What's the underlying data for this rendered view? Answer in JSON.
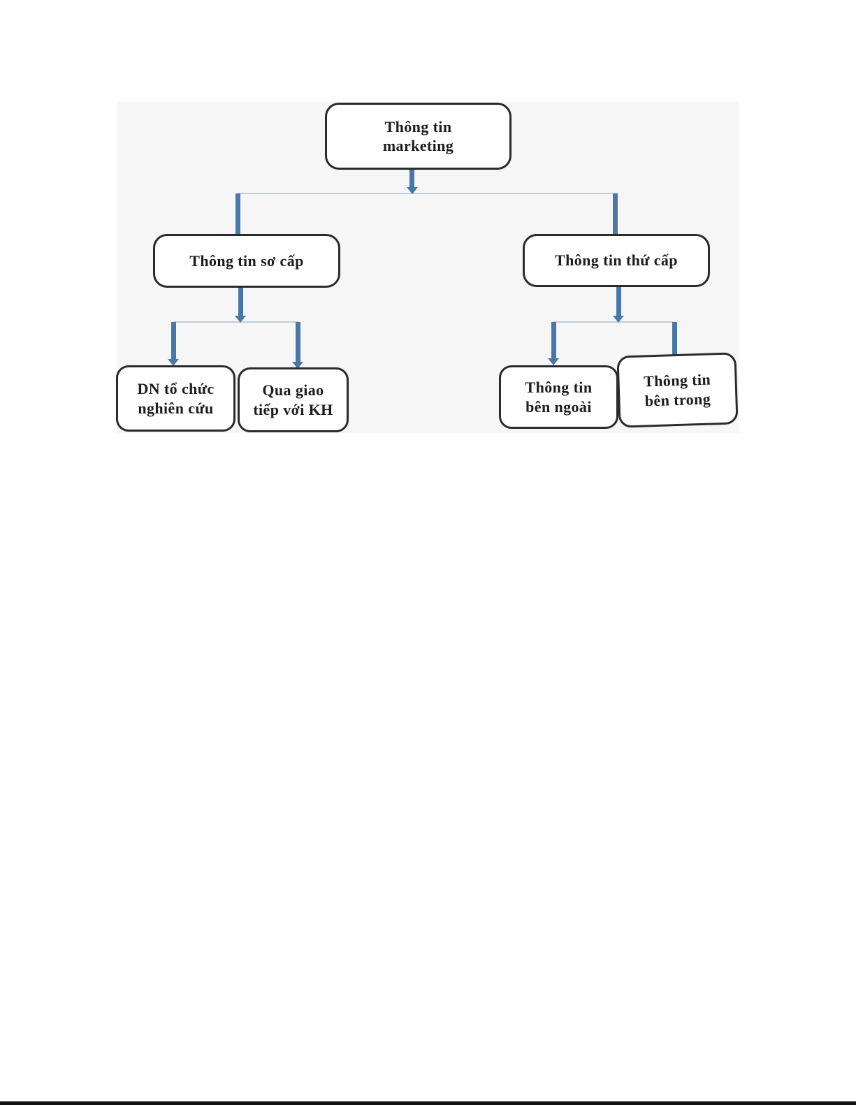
{
  "diagram": {
    "nodes": {
      "root": {
        "label": "Thông tin\nmarketing"
      },
      "primary": {
        "label": "Thông tin sơ cấp"
      },
      "secondary": {
        "label": "Thông tin thứ cấp"
      },
      "primary_child_1": {
        "label": "DN tổ chức\nnghiên cứu"
      },
      "primary_child_2": {
        "label": "Qua giao\ntiếp với KH"
      },
      "secondary_child_1": {
        "label": "Thông tin\nbên ngoài"
      },
      "secondary_child_2": {
        "label": "Thông tin\nbên trong"
      }
    },
    "colors": {
      "connector": "#4878a8",
      "box_border": "#2b2b2b",
      "panel_background": "#f6f6f7",
      "branch_line": "#c3ccd5",
      "text": "#1d1d1d",
      "bottom_rule": "#111111"
    }
  }
}
